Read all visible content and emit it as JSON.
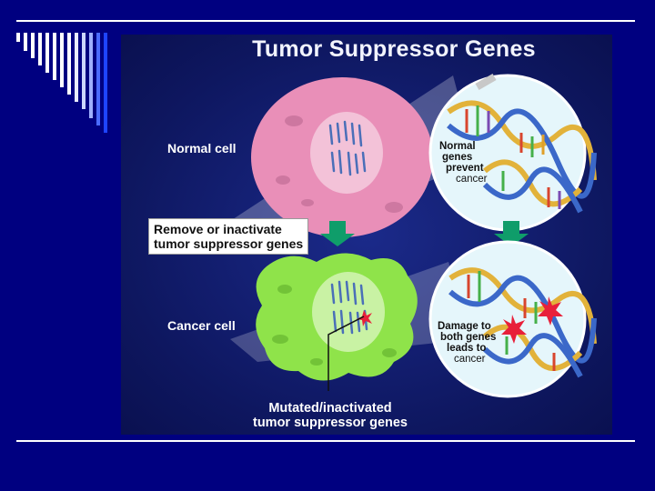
{
  "slide": {
    "figure": {
      "title": "Tumor Suppressor Genes",
      "normal_cell_label": "Normal cell",
      "cancer_cell_label": "Cancer cell",
      "action_box_line1": "Remove or inactivate",
      "action_box_line2": "tumor suppressor genes",
      "normal_dna_text_1": "Normal",
      "normal_dna_text_2": "genes",
      "normal_dna_text_3": "prevent",
      "normal_dna_text_4": "cancer",
      "damage_text_1": "Damage to",
      "damage_text_2": "both genes",
      "damage_text_3": "leads to",
      "damage_text_4": "cancer",
      "bottom_caption_1": "Mutated/inactivated",
      "bottom_caption_2": "tumor suppressor genes"
    }
  },
  "colors": {
    "background": "#000080",
    "normal_cell": "#e98fb8",
    "cancer_cell": "#8fe34a",
    "arrow": "#0f9d6a",
    "star": "#e8203a"
  }
}
